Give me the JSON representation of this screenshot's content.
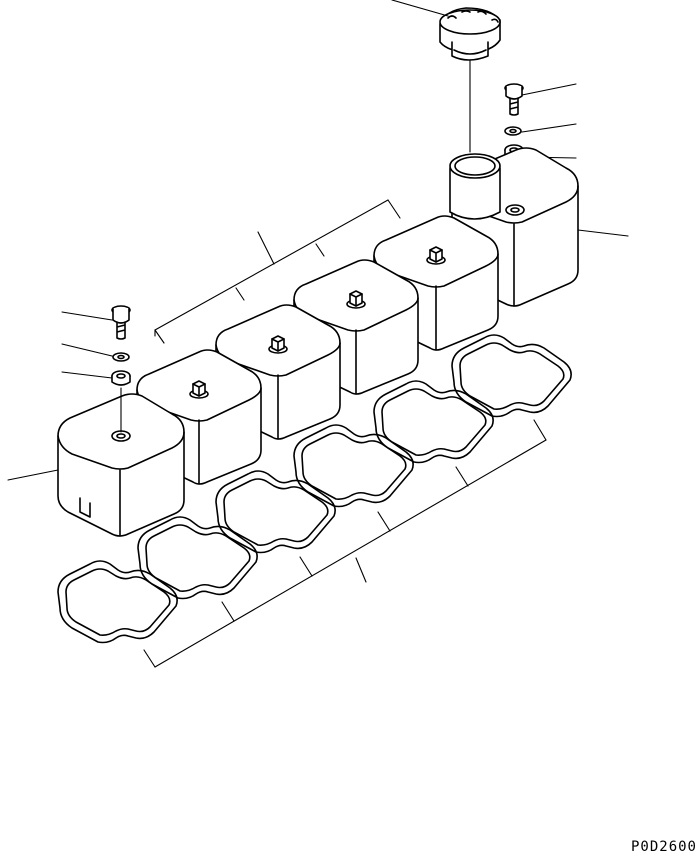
{
  "drawing": {
    "code": "P0D2600",
    "parts": [
      {
        "icon": "oil-filler-cap-icon"
      },
      {
        "icon": "filler-tube-icon"
      },
      {
        "icon": "bolt-icon"
      },
      {
        "icon": "washer-icon"
      },
      {
        "icon": "grommet-icon"
      },
      {
        "icon": "cylinder-head-cover-icon"
      },
      {
        "icon": "cover-gasket-icon"
      }
    ],
    "cover_count": 6,
    "gasket_count": 6
  }
}
